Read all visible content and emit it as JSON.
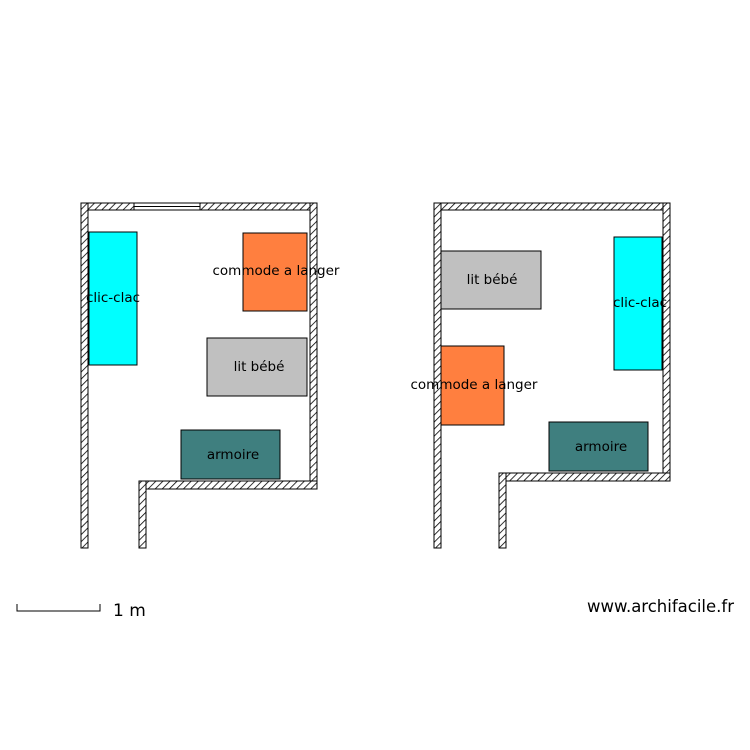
{
  "plans": [
    {
      "furniture": [
        {
          "id": "clic-clac",
          "label": "clic-clac",
          "color": "#00ffff"
        },
        {
          "id": "commode-a-langer",
          "label": "commode a langer",
          "color": "#ff7f3f"
        },
        {
          "id": "lit-bebe",
          "label": "lit bébé",
          "color": "#c0c0c0"
        },
        {
          "id": "armoire",
          "label": "armoire",
          "color": "#3f7f7f"
        }
      ]
    },
    {
      "furniture": [
        {
          "id": "lit-bebe",
          "label": "lit bébé",
          "color": "#c0c0c0"
        },
        {
          "id": "clic-clac",
          "label": "clic-clac",
          "color": "#00ffff"
        },
        {
          "id": "commode-a-langer",
          "label": "commode a langer",
          "color": "#ff7f3f"
        },
        {
          "id": "armoire",
          "label": "armoire",
          "color": "#3f7f7f"
        }
      ]
    }
  ],
  "scale": {
    "label": "1 m"
  },
  "credit": "www.archifacile.fr",
  "colors": {
    "wall_outline": "#000000",
    "wall_hatch": "#000000",
    "background": "#ffffff"
  }
}
